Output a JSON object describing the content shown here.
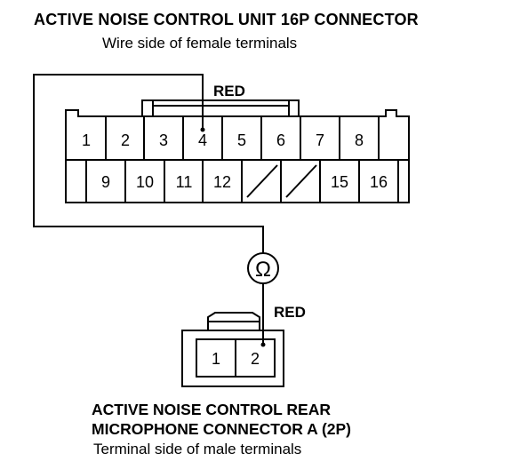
{
  "top_connector": {
    "title": "ACTIVE NOISE CONTROL UNIT 16P CONNECTOR",
    "subtitle": "Wire side of female terminals",
    "wire_color": "RED",
    "row1": [
      "1",
      "2",
      "3",
      "4",
      "5",
      "6",
      "7",
      "8"
    ],
    "row2": [
      "9",
      "10",
      "11",
      "12",
      "",
      "",
      "15",
      "16"
    ]
  },
  "meter": {
    "symbol": "Ω",
    "icon": "ohmmeter-icon"
  },
  "bottom_connector": {
    "wire_color": "RED",
    "terminals": [
      "1",
      "2"
    ],
    "title_line1": "ACTIVE NOISE CONTROL REAR",
    "title_line2": "MICROPHONE CONNECTOR A (2P)",
    "subtitle": "Terminal side of male terminals"
  }
}
